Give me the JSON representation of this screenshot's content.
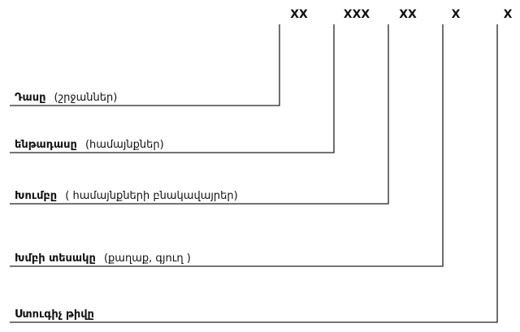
{
  "codes": [
    "XX",
    "XXX",
    "XX",
    "X",
    "X"
  ],
  "rows": [
    {
      "bold": "Դասը",
      "rest": "(շրջաններ)"
    },
    {
      "bold": "ենթադասը",
      "rest": "(համայնքներ)"
    },
    {
      "bold": "Խումբը",
      "rest": "( համայնքների բնակավայրեր)"
    },
    {
      "bold": "Խմբի տեսակը",
      "rest": "(քաղաք, գյուղ )"
    },
    {
      "bold": "Ստուգիչ թիվը",
      "rest": ""
    }
  ]
}
